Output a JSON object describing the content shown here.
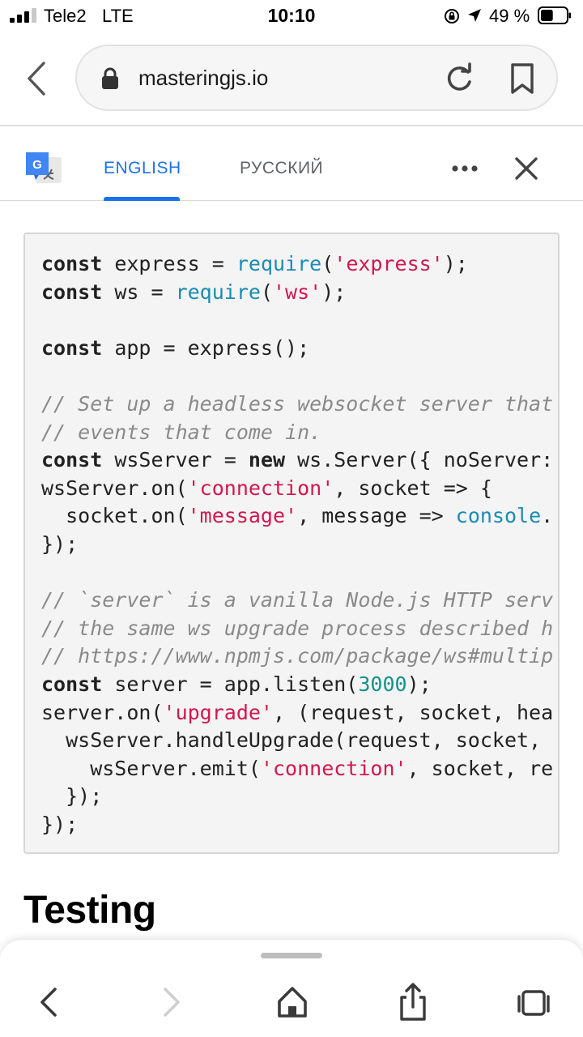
{
  "status_bar": {
    "carrier": "Tele2",
    "network": "LTE",
    "time": "10:10",
    "battery_percent": "49 %",
    "battery_level": 0.49
  },
  "address_bar": {
    "url": "masteringjs.io"
  },
  "translate_bar": {
    "tabs": [
      {
        "label": "ENGLISH",
        "selected": true
      },
      {
        "label": "РУССКИЙ",
        "selected": false
      }
    ],
    "accent_color": "#1a73e8"
  },
  "code": {
    "lines": [
      [
        [
          "kw",
          "const"
        ],
        [
          "pl",
          " express = "
        ],
        [
          "fn",
          "require"
        ],
        [
          "pl",
          "("
        ],
        [
          "str",
          "'express'"
        ],
        [
          "pl",
          ");"
        ]
      ],
      [
        [
          "kw",
          "const"
        ],
        [
          "pl",
          " ws = "
        ],
        [
          "fn",
          "require"
        ],
        [
          "pl",
          "("
        ],
        [
          "str",
          "'ws'"
        ],
        [
          "pl",
          ");"
        ]
      ],
      [],
      [
        [
          "kw",
          "const"
        ],
        [
          "pl",
          " app = express();"
        ]
      ],
      [],
      [
        [
          "cm",
          "// Set up a headless websocket server that"
        ]
      ],
      [
        [
          "cm",
          "// events that come in."
        ]
      ],
      [
        [
          "kw",
          "const"
        ],
        [
          "pl",
          " wsServer = "
        ],
        [
          "kw",
          "new"
        ],
        [
          "pl",
          " ws.Server({ noServer:"
        ]
      ],
      [
        [
          "pl",
          "wsServer.on("
        ],
        [
          "str",
          "'connection'"
        ],
        [
          "pl",
          ", socket => {"
        ]
      ],
      [
        [
          "pl",
          "  socket.on("
        ],
        [
          "str",
          "'message'"
        ],
        [
          "pl",
          ", message => "
        ],
        [
          "fn",
          "console"
        ],
        [
          "pl",
          "."
        ]
      ],
      [
        [
          "pl",
          "});"
        ]
      ],
      [],
      [
        [
          "cm",
          "// `server` is a vanilla Node.js HTTP serv"
        ]
      ],
      [
        [
          "cm",
          "// the same ws upgrade process described h"
        ]
      ],
      [
        [
          "cm",
          "// https://www.npmjs.com/package/ws#multip"
        ]
      ],
      [
        [
          "kw",
          "const"
        ],
        [
          "pl",
          " server = app.listen("
        ],
        [
          "num",
          "3000"
        ],
        [
          "pl",
          ");"
        ]
      ],
      [
        [
          "pl",
          "server.on("
        ],
        [
          "str",
          "'upgrade'"
        ],
        [
          "pl",
          ", (request, socket, hea"
        ]
      ],
      [
        [
          "pl",
          "  wsServer.handleUpgrade(request, socket,"
        ]
      ],
      [
        [
          "pl",
          "    wsServer.emit("
        ],
        [
          "str",
          "'connection'"
        ],
        [
          "pl",
          ", socket, re"
        ]
      ],
      [
        [
          "pl",
          "  });"
        ]
      ],
      [
        [
          "pl",
          "});"
        ]
      ]
    ],
    "colors": {
      "keyword": "#222222",
      "function": "#1a8bb4",
      "string": "#d0184f",
      "number": "#14918a",
      "comment": "#8a8a8a"
    }
  },
  "section": {
    "heading": "Testing"
  },
  "bottom_toolbar": {
    "icons": [
      "back-icon",
      "forward-icon",
      "home-icon",
      "share-icon",
      "tabs-icon"
    ]
  }
}
